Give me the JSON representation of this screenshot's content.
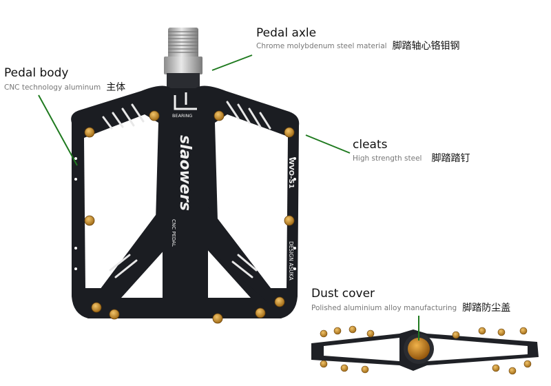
{
  "annotations": {
    "axle": {
      "title": "Pedal axle",
      "subtitle": "Chrome molybdenum steel material",
      "cn": "脚踏轴心铬钼钢"
    },
    "body": {
      "title": "Pedal body",
      "subtitle": "CNC technology aluminum",
      "cn": "主体"
    },
    "cleats": {
      "title": "cleats",
      "subtitle": "High strength steel",
      "cn": "脚踏踏钉"
    },
    "dust": {
      "title": "Dust cover",
      "subtitle": "Polished aluminium alloy manufacturing",
      "cn": "脚踏防尘盖"
    }
  },
  "pedal_print": {
    "bearing": "BEARING",
    "brand": "slaowers",
    "model": "WVO-S1",
    "design": "DESIGN ASUKA",
    "cnc": "CNC PEDAL"
  },
  "colors": {
    "leader_line": "#1f7a1f",
    "pedal_body": "#1b1d22",
    "pin": "#c98a1a",
    "axle_silver": "#c8c8c8"
  }
}
